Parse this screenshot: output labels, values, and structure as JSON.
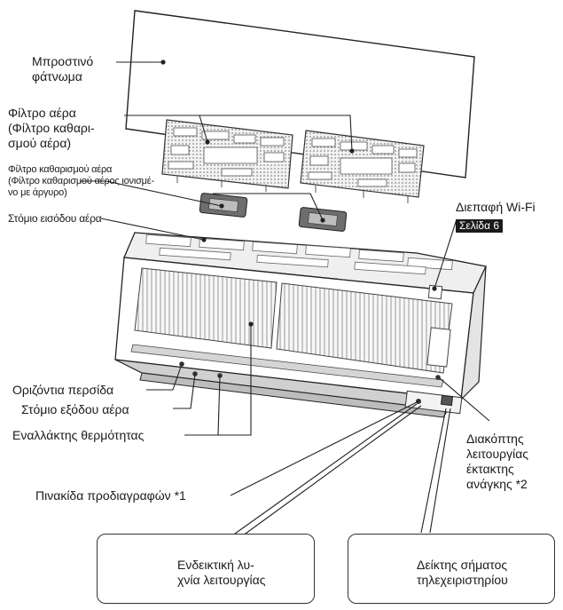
{
  "labels": {
    "front_panel": [
      "Μπροστινό",
      "φάτνωμα"
    ],
    "air_filter": [
      "Φίλτρο αέρα",
      "(Φίλτρο καθαρι-",
      "σμού αέρα)"
    ],
    "purifying_filter": [
      "Φίλτρο καθαρισμού αέρα",
      "(Φίλτρο καθαρισμού αέρος ιονισμέ-",
      "νο με άργυρο)"
    ],
    "air_intake": "Στόμιο εισόδου αέρα",
    "wifi": "Διεπαφή Wi-Fi",
    "wifi_page": "Σελίδα 6",
    "horizontal_louver": "Οριζόντια περσίδα",
    "air_outlet": "Στόμιο εξόδου αέρα",
    "heat_exchanger": "Εναλλάκτης θερμότητας",
    "spec_plate": "Πινακίδα προδιαγραφών *1",
    "emergency_switch": [
      "Διακόπτης",
      "λειτουργίας",
      "έκτακτης",
      "ανάγκης *2"
    ],
    "operation_lamp": [
      "Ενδεικτική λυ-",
      "χνία λειτουργίας"
    ],
    "remote_receiver": [
      "Δείκτης σήματος",
      "τηλεχειριστηρίου"
    ]
  }
}
